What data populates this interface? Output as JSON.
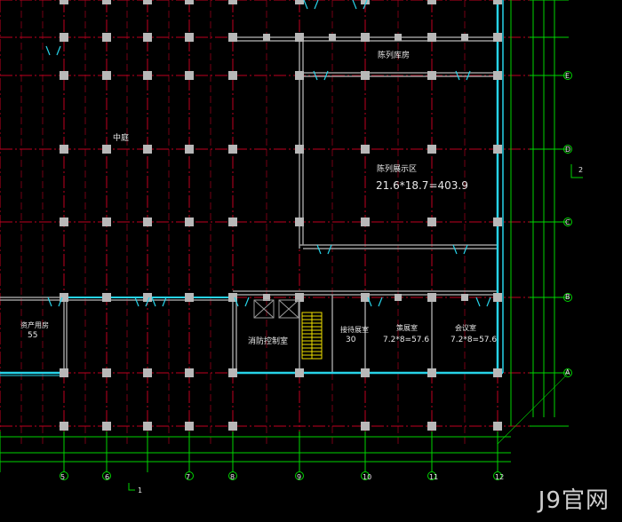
{
  "rooms": {
    "courtyard": "中庭",
    "display_warehouse": "陈列库房",
    "display_area": "陈列展示区",
    "display_area_calc": "21.6*18.7=403.9",
    "left_room_name": "资产用房",
    "left_room_area": "55",
    "fire_control": "消防控制室",
    "office_name": "接待展室",
    "office_area": "30",
    "room_a_name": "策展室",
    "room_a_calc": "7.2*8=57.6",
    "room_b_name": "会议室",
    "room_b_calc": "7.2*8=57.6"
  },
  "axes": {
    "bottom": [
      "5",
      "6",
      "7",
      "8",
      "9",
      "10",
      "11",
      "12"
    ],
    "right": [
      "E",
      "D",
      "C",
      "B",
      "A"
    ]
  },
  "marks": {
    "l_bottom": "1",
    "l_right": "2"
  },
  "watermark": "J9官网",
  "colors": {
    "background": "#000000",
    "grid_axis": "#c00020",
    "column": "#b8b8b8",
    "wall": "#9a9a9a",
    "glass_wall": "#27d3e8",
    "door": "#27d3e8",
    "dim_line": "#00d400",
    "stair": "#f0e000",
    "text": "#e8e8e8"
  }
}
